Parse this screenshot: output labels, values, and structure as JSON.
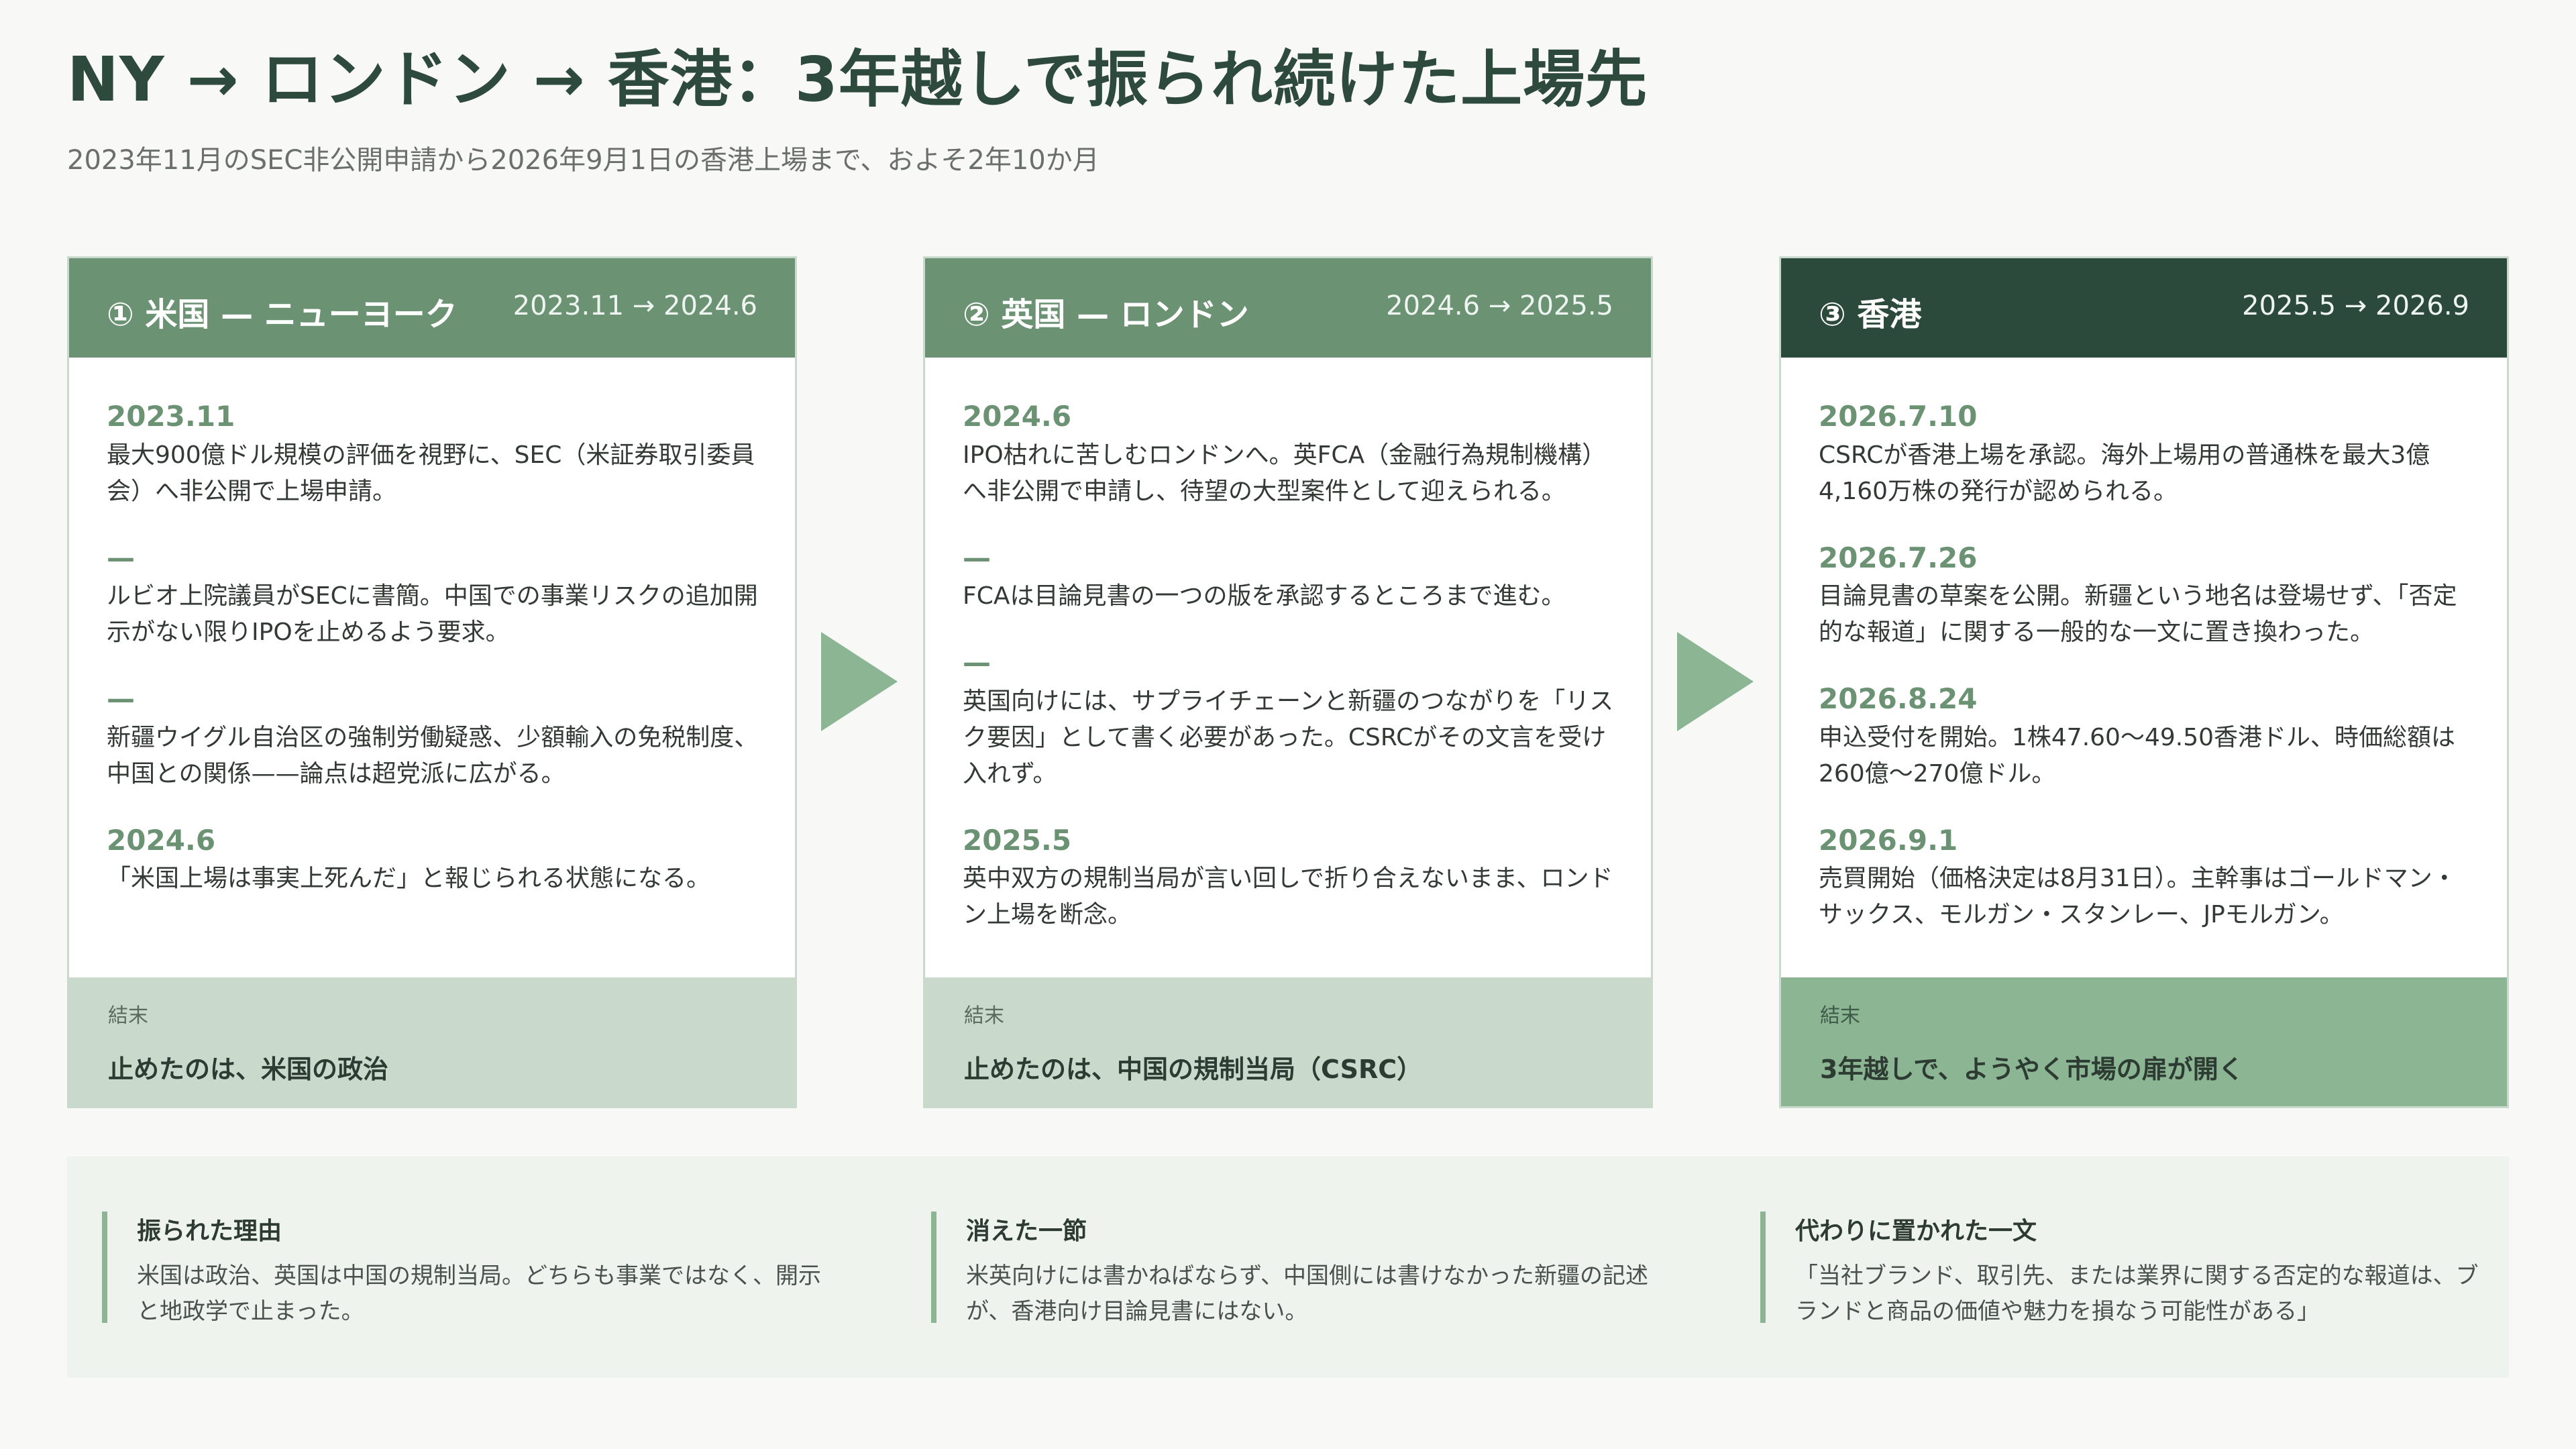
{
  "title": "NY → ロンドン → 香港：3年越しで振られ続けた上場先",
  "subtitle": "2023年11月のSEC非公開申請から2026年9月1日の香港上場まで、およそ2年10か月",
  "stages": [
    {
      "name": "① 米国 — ニューヨーク",
      "period": "2023.11 → 2024.6",
      "events": [
        {
          "date": "2023.11",
          "text": "最大900億ドル規模の評価を視野に、SEC（米証券取引委員会）へ非公開で上場申請。"
        },
        {
          "date": "—",
          "text": "ルビオ上院議員がSECに書簡。中国での事業リスクの追加開示がない限りIPOを止めるよう要求。"
        },
        {
          "date": "—",
          "text": "新疆ウイグル自治区の強制労働疑惑、少額輸入の免税制度、中国との関係——論点は超党派に広がる。"
        },
        {
          "date": "2024.6",
          "text": "「米国上場は事実上死んだ」と報じられる状態になる。"
        }
      ],
      "outcome_label": "結末",
      "outcome": "止めたのは、米国の政治"
    },
    {
      "name": "② 英国 — ロンドン",
      "period": "2024.6 → 2025.5",
      "events": [
        {
          "date": "2024.6",
          "text": "IPO枯れに苦しむロンドンへ。英FCA（金融行為規制機構）へ非公開で申請し、待望の大型案件として迎えられる。"
        },
        {
          "date": "—",
          "text": "FCAは目論見書の一つの版を承認するところまで進む。"
        },
        {
          "date": "—",
          "text": "英国向けには、サプライチェーンと新疆のつながりを「リスク要因」として書く必要があった。CSRCがその文言を受け入れず。"
        },
        {
          "date": "2025.5",
          "text": "英中双方の規制当局が言い回しで折り合えないまま、ロンドン上場を断念。"
        }
      ],
      "outcome_label": "結末",
      "outcome": "止めたのは、中国の規制当局（CSRC）"
    },
    {
      "name": "③ 香港",
      "period": "2025.5 → 2026.9",
      "events": [
        {
          "date": "2026.7.10",
          "text": "CSRCが香港上場を承認。海外上場用の普通株を最大3億4,160万株の発行が認められる。"
        },
        {
          "date": "2026.7.26",
          "text": "目論見書の草案を公開。新疆という地名は登場せず、「否定的な報道」に関する一般的な一文に置き換わった。"
        },
        {
          "date": "2026.8.24",
          "text": "申込受付を開始。1株47.60〜49.50香港ドル、時価総額は260億〜270億ドル。"
        },
        {
          "date": "2026.9.1",
          "text": "売買開始（価格決定は8月31日）。主幹事はゴールドマン・サックス、モルガン・スタンレー、JPモルガン。"
        }
      ],
      "outcome_label": "結末",
      "outcome": "3年越しで、ようやく市場の扉が開く"
    }
  ],
  "notes": [
    {
      "title": "振られた理由",
      "text": "米国は政治、英国は中国の規制当局。どちらも事業ではなく、開示と地政学で止まった。"
    },
    {
      "title": "消えた一節",
      "text": "米英向けには書かねばならず、中国側には書けなかった新疆の記述が、香港向け目論見書にはない。"
    },
    {
      "title": "代わりに置かれた一文",
      "text": "「当社ブランド、取引先、または業界に関する否定的な報道は、ブランドと商品の価値や魅力を損なう可能性がある」"
    }
  ],
  "colors": {
    "accent": "#6b9273",
    "accent_dark": "#2c4a3c",
    "accent_light": "#c9d9cc",
    "arrow": "#8bb593"
  }
}
